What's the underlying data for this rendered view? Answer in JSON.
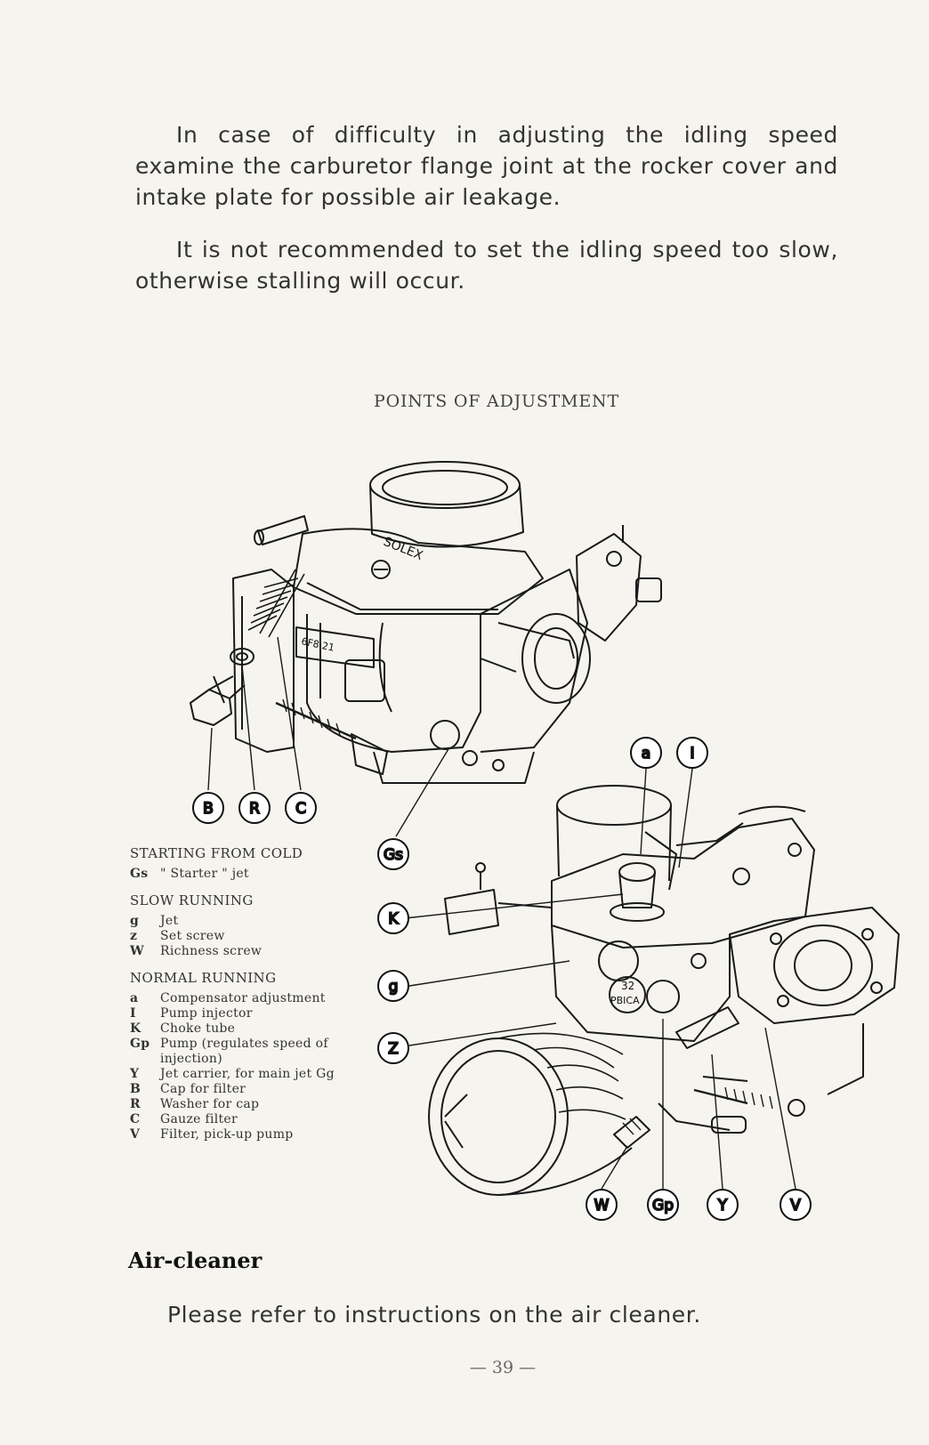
{
  "paragraphs": {
    "p1": "In case of difficulty in adjusting the idling speed examine the carburetor flange joint at the rocker cover and intake plate for possible air leakage.",
    "p2": "It is not recommended to set the idling speed too slow, otherwise stalling will occur."
  },
  "figure": {
    "title": "POINTS OF ADJUSTMENT",
    "callouts": [
      "B",
      "R",
      "C",
      "Gs",
      "K",
      "g",
      "Z",
      "a",
      "I",
      "W",
      "Gp",
      "Y",
      "V"
    ],
    "stamp_text": [
      "32",
      "PBICA"
    ],
    "body_text": "6F8 21",
    "brand_text": "SOLEX"
  },
  "legend": {
    "starting": {
      "title": "STARTING FROM COLD",
      "items": [
        {
          "code": "Gs",
          "desc": "\" Starter \" jet"
        }
      ]
    },
    "slow": {
      "title": "SLOW RUNNING",
      "items": [
        {
          "code": "g",
          "desc": "Jet"
        },
        {
          "code": "z",
          "desc": "Set screw"
        },
        {
          "code": "W",
          "desc": "Richness screw"
        }
      ]
    },
    "normal": {
      "title": "NORMAL RUNNING",
      "items": [
        {
          "code": "a",
          "desc": "Compensator adjustment"
        },
        {
          "code": "I",
          "desc": "Pump injector"
        },
        {
          "code": "K",
          "desc": "Choke tube"
        },
        {
          "code": "Gp",
          "desc": "Pump (regulates speed of injection)"
        },
        {
          "code": "Y",
          "desc": "Jet carrier, for main jet Gg"
        },
        {
          "code": "B",
          "desc": "Cap for filter"
        },
        {
          "code": "R",
          "desc": "Washer for cap"
        },
        {
          "code": "C",
          "desc": "Gauze filter"
        },
        {
          "code": "V",
          "desc": "Filter, pick-up pump"
        }
      ]
    }
  },
  "section": {
    "heading": "Air-cleaner",
    "text": "Please refer to instructions on the air cleaner."
  },
  "page_number": "— 39 —"
}
